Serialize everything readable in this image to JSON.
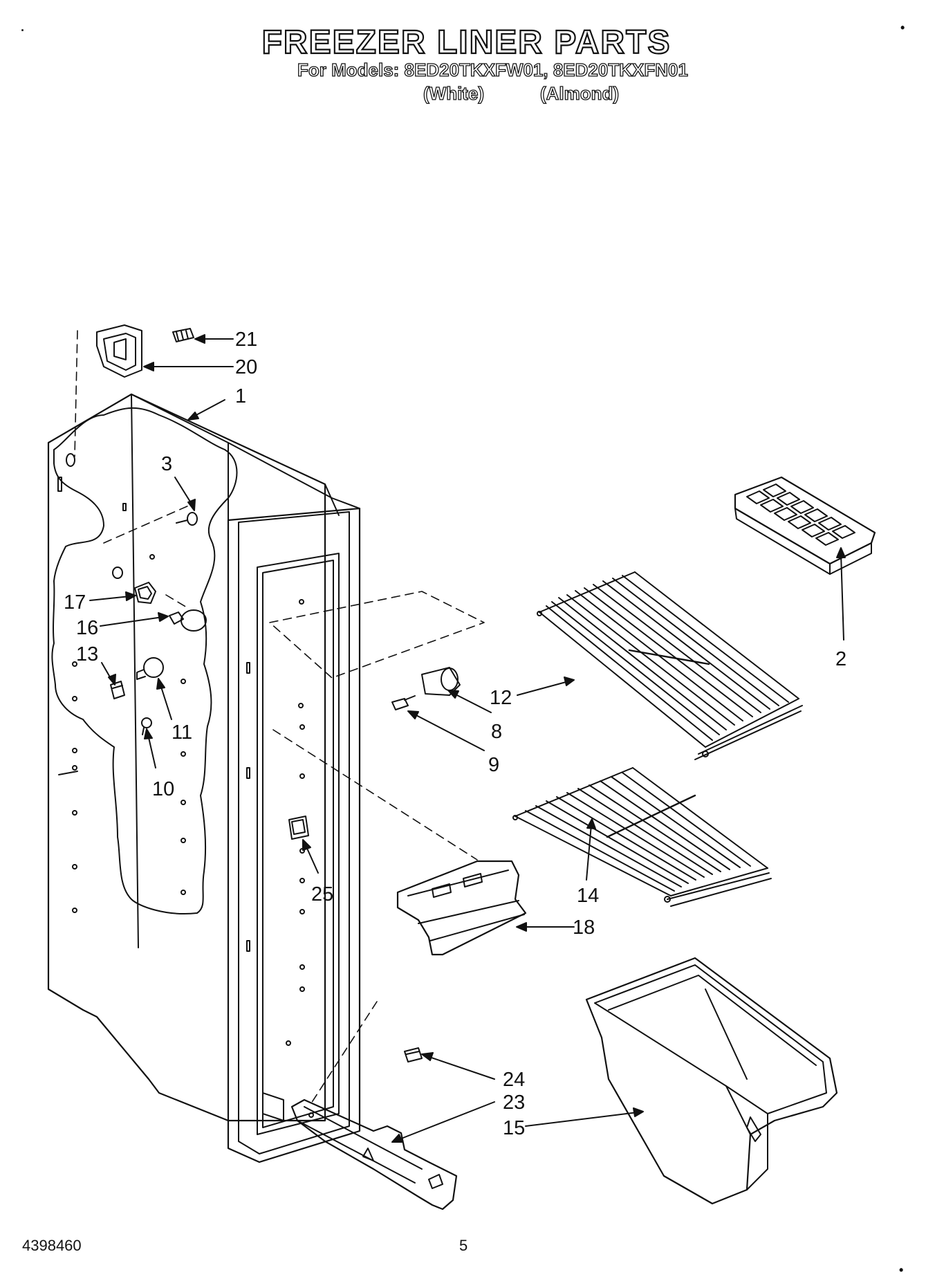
{
  "header": {
    "title": "FREEZER LINER PARTS",
    "models_line": "For Models: 8ED20TKXFW01, 8ED20TKXFN01",
    "variant_white": "(White)",
    "variant_almond": "(Almond)"
  },
  "callouts": {
    "c1": "1",
    "c2": "2",
    "c3": "3",
    "c8": "8",
    "c9": "9",
    "c10": "10",
    "c11": "11",
    "c12": "12",
    "c13": "13",
    "c14": "14",
    "c15": "15",
    "c16": "16",
    "c17": "17",
    "c18": "18",
    "c20": "20",
    "c21": "21",
    "c23": "23",
    "c24": "24",
    "c25": "25"
  },
  "footer": {
    "document_number": "4398460",
    "page_number": "5"
  },
  "colors": {
    "ink": "#111111",
    "paper": "#ffffff"
  }
}
